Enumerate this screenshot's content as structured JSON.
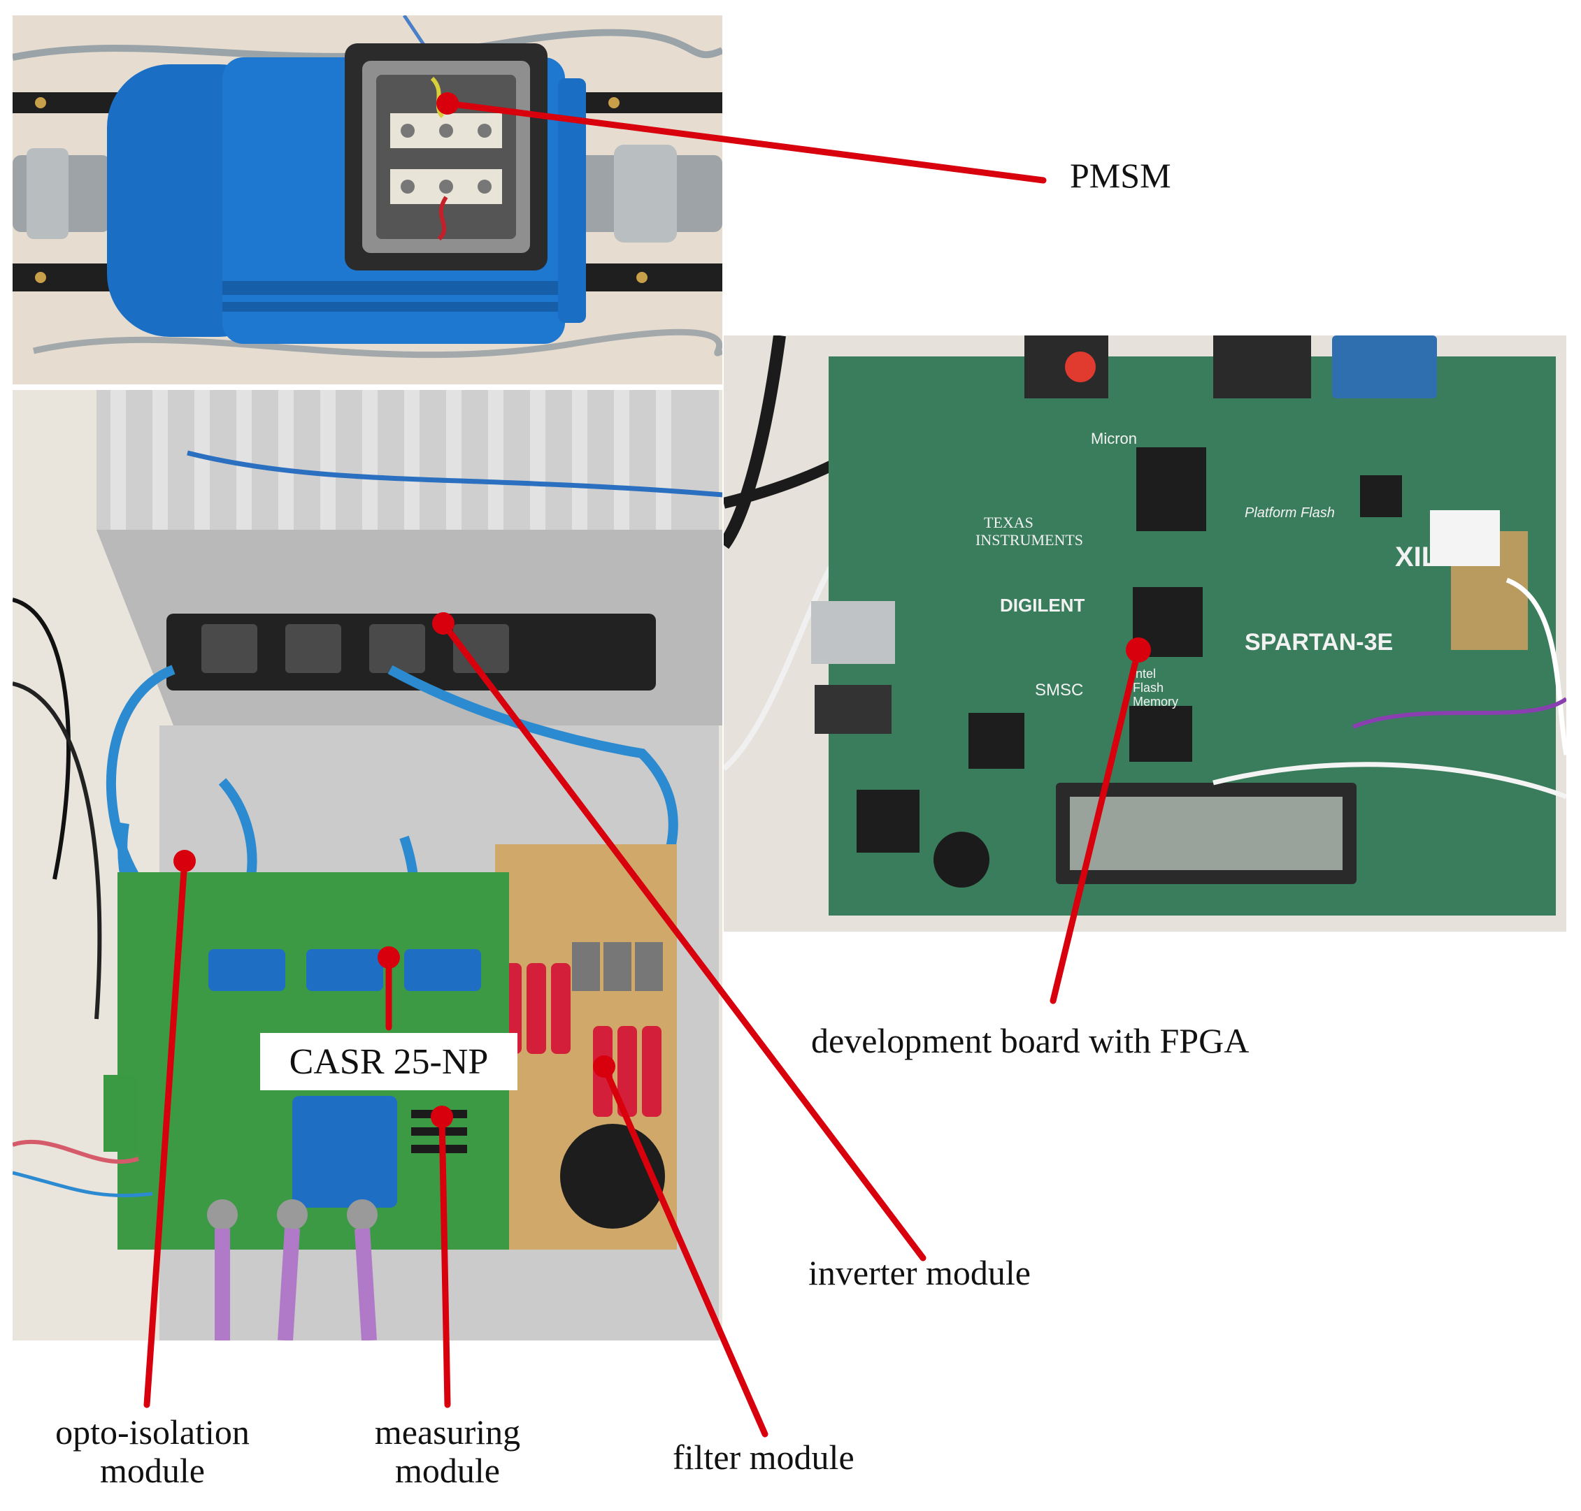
{
  "callouts": {
    "pmsm": "PMSM",
    "dev_board": "development board with FPGA",
    "casr": "CASR 25-NP",
    "inverter": "inverter module",
    "opto_line1": "opto-isolation",
    "opto_line2": "module",
    "measuring_line1": "measuring",
    "measuring_line2": "module",
    "filter": "filter module"
  },
  "board_silkscreen": {
    "brand": "XILINX",
    "family": "SPARTAN-3E",
    "vendor": "DIGILENT",
    "ti_line1": "TEXAS",
    "ti_line2": "INSTRUMENTS",
    "micron": "Micron",
    "smsc": "SMSC",
    "intel_line1": "intel",
    "intel_line2": "Flash",
    "intel_line3": "Memory",
    "platform_flash": "Platform Flash"
  },
  "colors": {
    "callout_line": "#d8000c",
    "motor_blue": "#1a6fc4",
    "pcb_green": "#2f7d5a",
    "heatsink": "#c9c9c9"
  }
}
